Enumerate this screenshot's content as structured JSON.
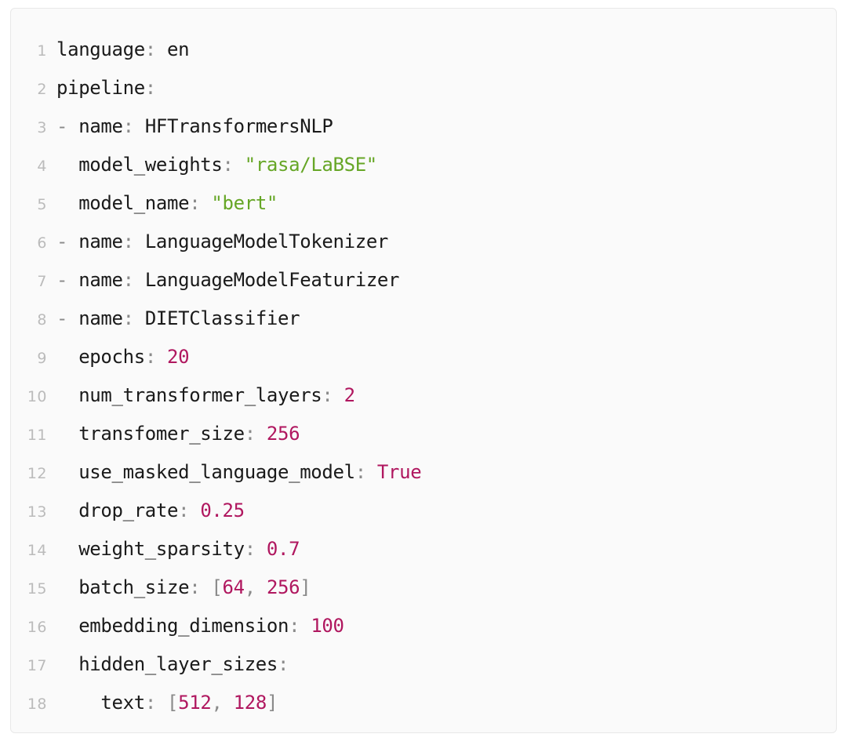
{
  "code_block": {
    "language": "yaml",
    "background_color": "#fafafa",
    "border_color": "#e8e8e8",
    "colors": {
      "line_number": "#bbbbbb",
      "key": "#1a1a1a",
      "punctuation": "#8a8a8a",
      "string": "#66a626",
      "number": "#b0175f",
      "boolean": "#b0175f",
      "bracket": "#8a8a8a"
    },
    "lines": [
      {
        "number": "1",
        "tokens": [
          {
            "t": "language",
            "c": "key"
          },
          {
            "t": ":",
            "c": "punct"
          },
          {
            "t": " en",
            "c": "plain"
          }
        ]
      },
      {
        "number": "2",
        "tokens": [
          {
            "t": "pipeline",
            "c": "key"
          },
          {
            "t": ":",
            "c": "punct"
          }
        ]
      },
      {
        "number": "3",
        "tokens": [
          {
            "t": "-",
            "c": "dash"
          },
          {
            "t": " ",
            "c": "plain"
          },
          {
            "t": "name",
            "c": "key"
          },
          {
            "t": ":",
            "c": "punct"
          },
          {
            "t": " HFTransformersNLP",
            "c": "plain"
          }
        ]
      },
      {
        "number": "4",
        "tokens": [
          {
            "t": "  ",
            "c": "plain"
          },
          {
            "t": "model_weights",
            "c": "key"
          },
          {
            "t": ":",
            "c": "punct"
          },
          {
            "t": " ",
            "c": "plain"
          },
          {
            "t": "\"rasa/LaBSE\"",
            "c": "str"
          }
        ]
      },
      {
        "number": "5",
        "tokens": [
          {
            "t": "  ",
            "c": "plain"
          },
          {
            "t": "model_name",
            "c": "key"
          },
          {
            "t": ":",
            "c": "punct"
          },
          {
            "t": " ",
            "c": "plain"
          },
          {
            "t": "\"bert\"",
            "c": "str"
          }
        ]
      },
      {
        "number": "6",
        "tokens": [
          {
            "t": "-",
            "c": "dash"
          },
          {
            "t": " ",
            "c": "plain"
          },
          {
            "t": "name",
            "c": "key"
          },
          {
            "t": ":",
            "c": "punct"
          },
          {
            "t": " LanguageModelTokenizer",
            "c": "plain"
          }
        ]
      },
      {
        "number": "7",
        "tokens": [
          {
            "t": "-",
            "c": "dash"
          },
          {
            "t": " ",
            "c": "plain"
          },
          {
            "t": "name",
            "c": "key"
          },
          {
            "t": ":",
            "c": "punct"
          },
          {
            "t": " LanguageModelFeaturizer",
            "c": "plain"
          }
        ]
      },
      {
        "number": "8",
        "tokens": [
          {
            "t": "-",
            "c": "dash"
          },
          {
            "t": " ",
            "c": "plain"
          },
          {
            "t": "name",
            "c": "key"
          },
          {
            "t": ":",
            "c": "punct"
          },
          {
            "t": " DIETClassifier",
            "c": "plain"
          }
        ]
      },
      {
        "number": "9",
        "tokens": [
          {
            "t": "  ",
            "c": "plain"
          },
          {
            "t": "epochs",
            "c": "key"
          },
          {
            "t": ":",
            "c": "punct"
          },
          {
            "t": " ",
            "c": "plain"
          },
          {
            "t": "20",
            "c": "num"
          }
        ]
      },
      {
        "number": "10",
        "tokens": [
          {
            "t": "  ",
            "c": "plain"
          },
          {
            "t": "num_transformer_layers",
            "c": "key"
          },
          {
            "t": ":",
            "c": "punct"
          },
          {
            "t": " ",
            "c": "plain"
          },
          {
            "t": "2",
            "c": "num"
          }
        ]
      },
      {
        "number": "11",
        "tokens": [
          {
            "t": "  ",
            "c": "plain"
          },
          {
            "t": "transfomer_size",
            "c": "key"
          },
          {
            "t": ":",
            "c": "punct"
          },
          {
            "t": " ",
            "c": "plain"
          },
          {
            "t": "256",
            "c": "num"
          }
        ]
      },
      {
        "number": "12",
        "tokens": [
          {
            "t": "  ",
            "c": "plain"
          },
          {
            "t": "use_masked_language_model",
            "c": "key"
          },
          {
            "t": ":",
            "c": "punct"
          },
          {
            "t": " ",
            "c": "plain"
          },
          {
            "t": "True",
            "c": "bool"
          }
        ]
      },
      {
        "number": "13",
        "tokens": [
          {
            "t": "  ",
            "c": "plain"
          },
          {
            "t": "drop_rate",
            "c": "key"
          },
          {
            "t": ":",
            "c": "punct"
          },
          {
            "t": " ",
            "c": "plain"
          },
          {
            "t": "0.25",
            "c": "num"
          }
        ]
      },
      {
        "number": "14",
        "tokens": [
          {
            "t": "  ",
            "c": "plain"
          },
          {
            "t": "weight_sparsity",
            "c": "key"
          },
          {
            "t": ":",
            "c": "punct"
          },
          {
            "t": " ",
            "c": "plain"
          },
          {
            "t": "0.7",
            "c": "num"
          }
        ]
      },
      {
        "number": "15",
        "tokens": [
          {
            "t": "  ",
            "c": "plain"
          },
          {
            "t": "batch_size",
            "c": "key"
          },
          {
            "t": ":",
            "c": "punct"
          },
          {
            "t": " ",
            "c": "plain"
          },
          {
            "t": "[",
            "c": "brkt"
          },
          {
            "t": "64",
            "c": "num"
          },
          {
            "t": ", ",
            "c": "brkt"
          },
          {
            "t": "256",
            "c": "num"
          },
          {
            "t": "]",
            "c": "brkt"
          }
        ]
      },
      {
        "number": "16",
        "tokens": [
          {
            "t": "  ",
            "c": "plain"
          },
          {
            "t": "embedding_dimension",
            "c": "key"
          },
          {
            "t": ":",
            "c": "punct"
          },
          {
            "t": " ",
            "c": "plain"
          },
          {
            "t": "100",
            "c": "num"
          }
        ]
      },
      {
        "number": "17",
        "tokens": [
          {
            "t": "  ",
            "c": "plain"
          },
          {
            "t": "hidden_layer_sizes",
            "c": "key"
          },
          {
            "t": ":",
            "c": "punct"
          }
        ]
      },
      {
        "number": "18",
        "tokens": [
          {
            "t": "    ",
            "c": "plain"
          },
          {
            "t": "text",
            "c": "key"
          },
          {
            "t": ":",
            "c": "punct"
          },
          {
            "t": " ",
            "c": "plain"
          },
          {
            "t": "[",
            "c": "brkt"
          },
          {
            "t": "512",
            "c": "num"
          },
          {
            "t": ", ",
            "c": "brkt"
          },
          {
            "t": "128",
            "c": "num"
          },
          {
            "t": "]",
            "c": "brkt"
          }
        ]
      }
    ]
  }
}
